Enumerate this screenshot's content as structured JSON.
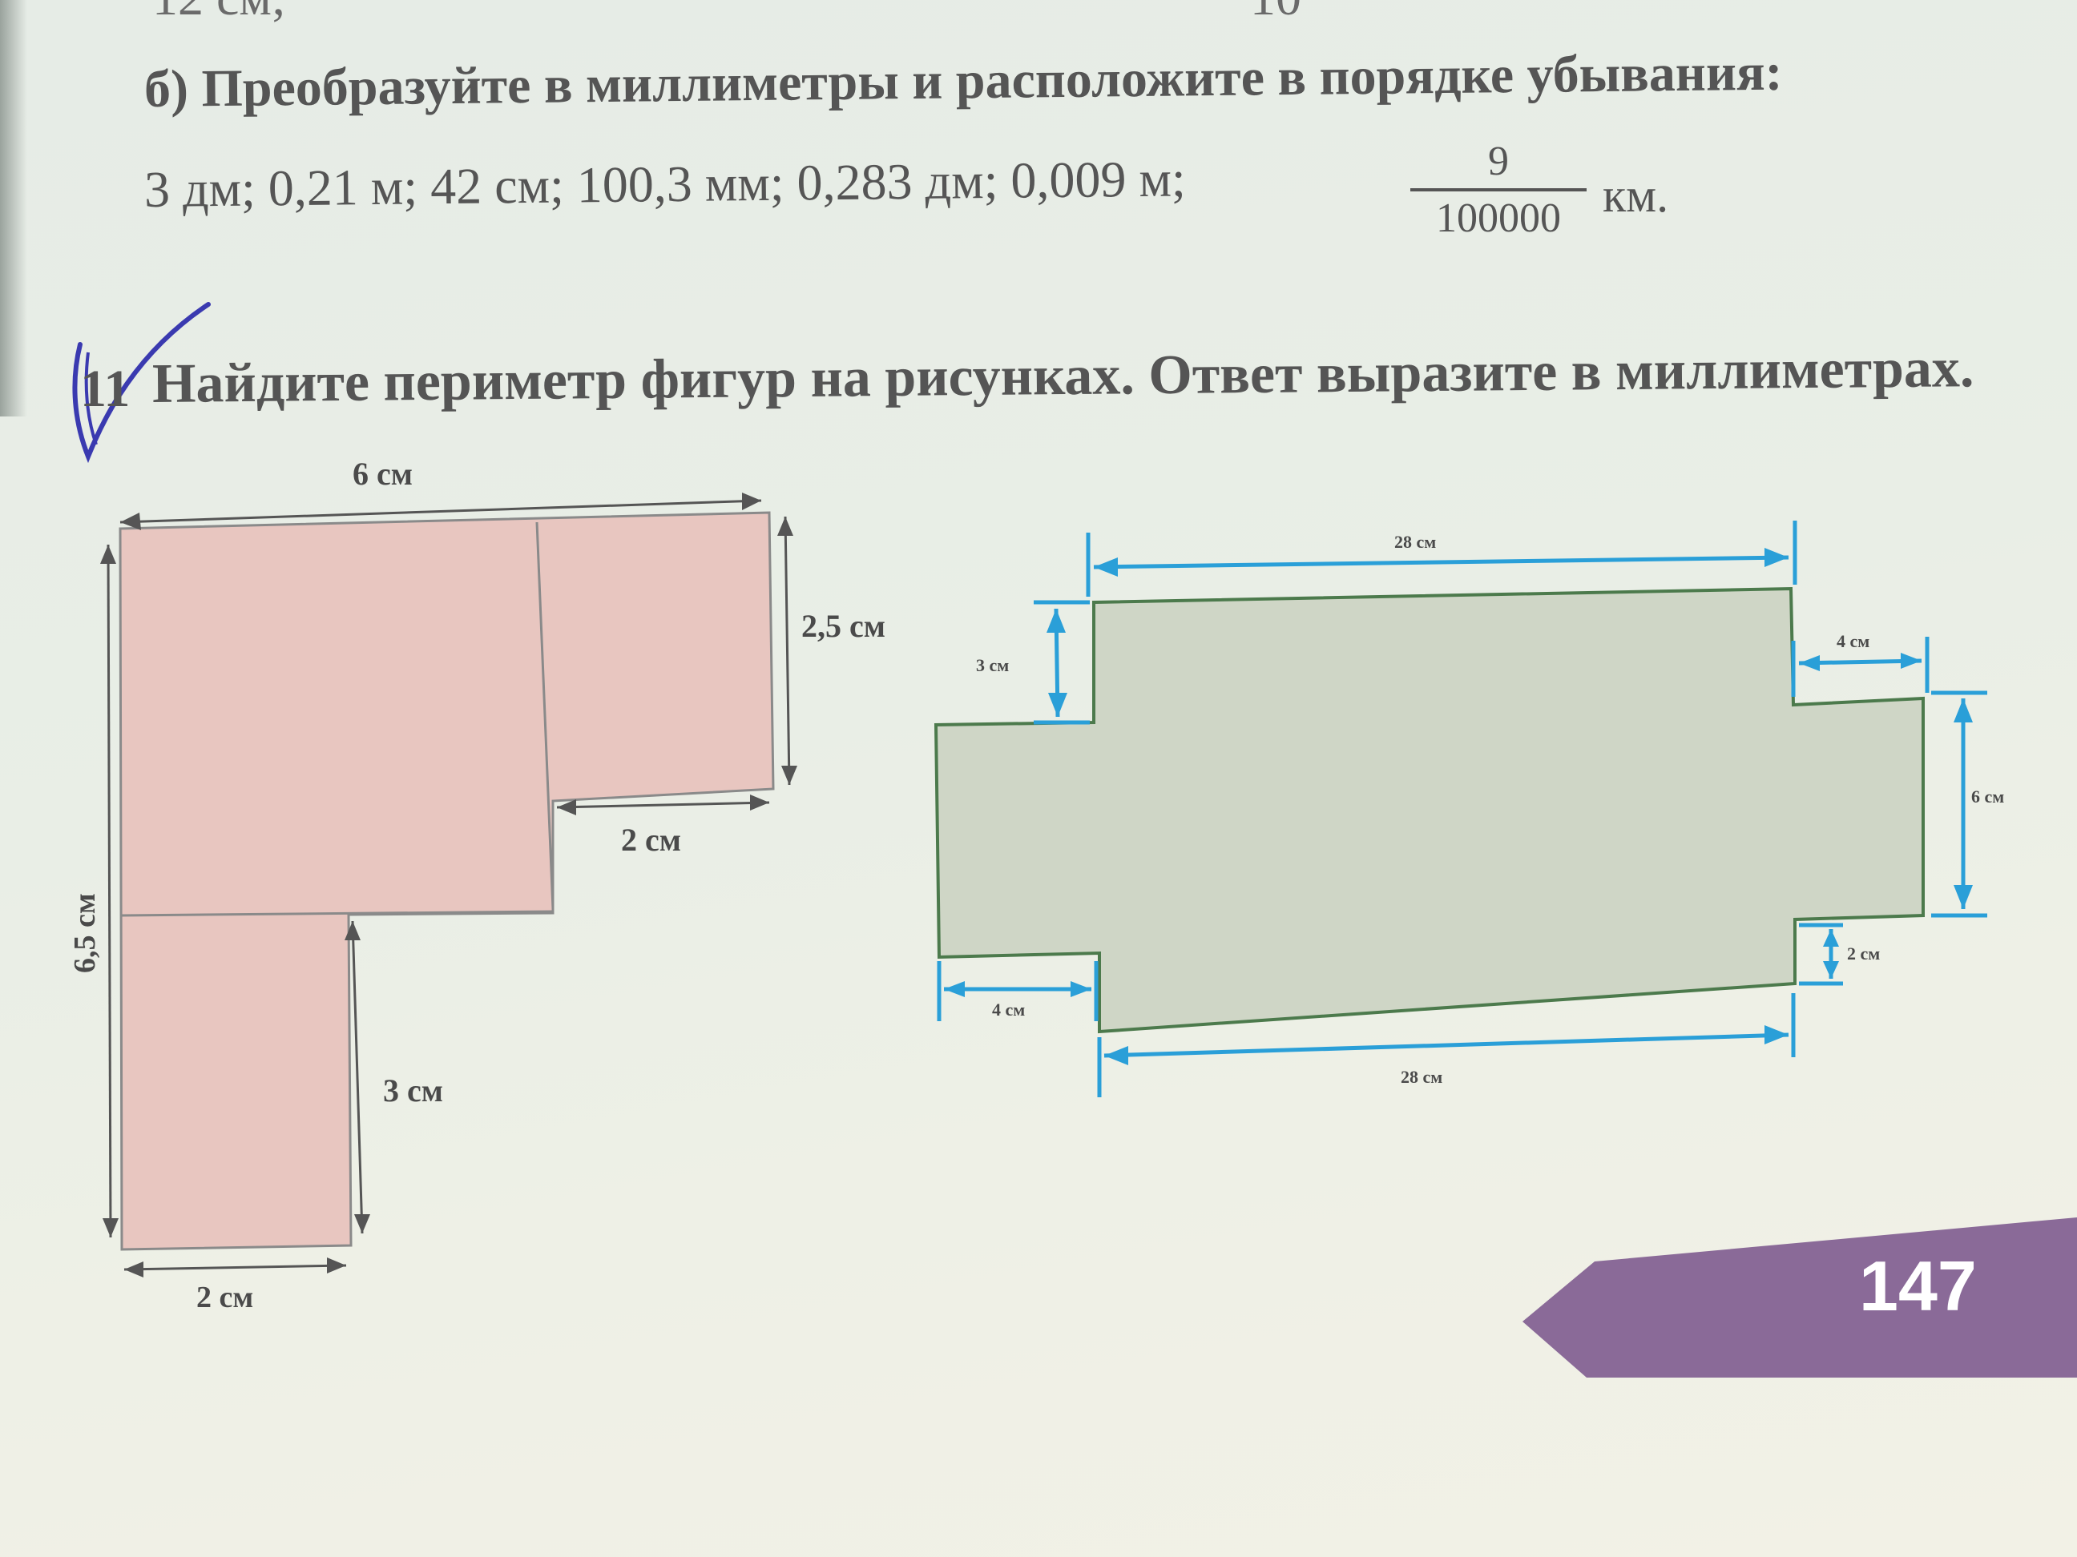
{
  "header": {
    "cut_text_left": "12 см;",
    "cut_text_right": "10"
  },
  "task_b": {
    "text": "б) Преобразуйте в миллиметры и расположите в порядке убывания:",
    "values": "3 дм; 0,21 м; 42 см; 100,3 мм; 0,283 дм; 0,009 м;",
    "fraction_numerator": "9",
    "fraction_denominator": "100000",
    "fraction_unit": "км."
  },
  "task_11": {
    "number": "11",
    "text": "Найдите периметр фигур на рисунках. Ответ выразите в миллиметрах."
  },
  "figure_left": {
    "fill_color": "#e8c6c0",
    "labels": {
      "top": "6 см",
      "right": "2,5 см",
      "step": "2 см",
      "left": "6,5 см",
      "leg_height": "3 см",
      "bottom": "2 см"
    }
  },
  "figure_right": {
    "fill_color": "#cfd6c6",
    "dimension_color": "#2a9fd8",
    "labels": {
      "top": "28 см",
      "left_step": "3 см",
      "right_step_width": "4 см",
      "right_height": "6 см",
      "right_bottom_step": "2 см",
      "left_bottom_step": "4 см",
      "bottom": "28 см"
    }
  },
  "footer": {
    "page_number": "147",
    "tab_color": "#8a6a98"
  }
}
